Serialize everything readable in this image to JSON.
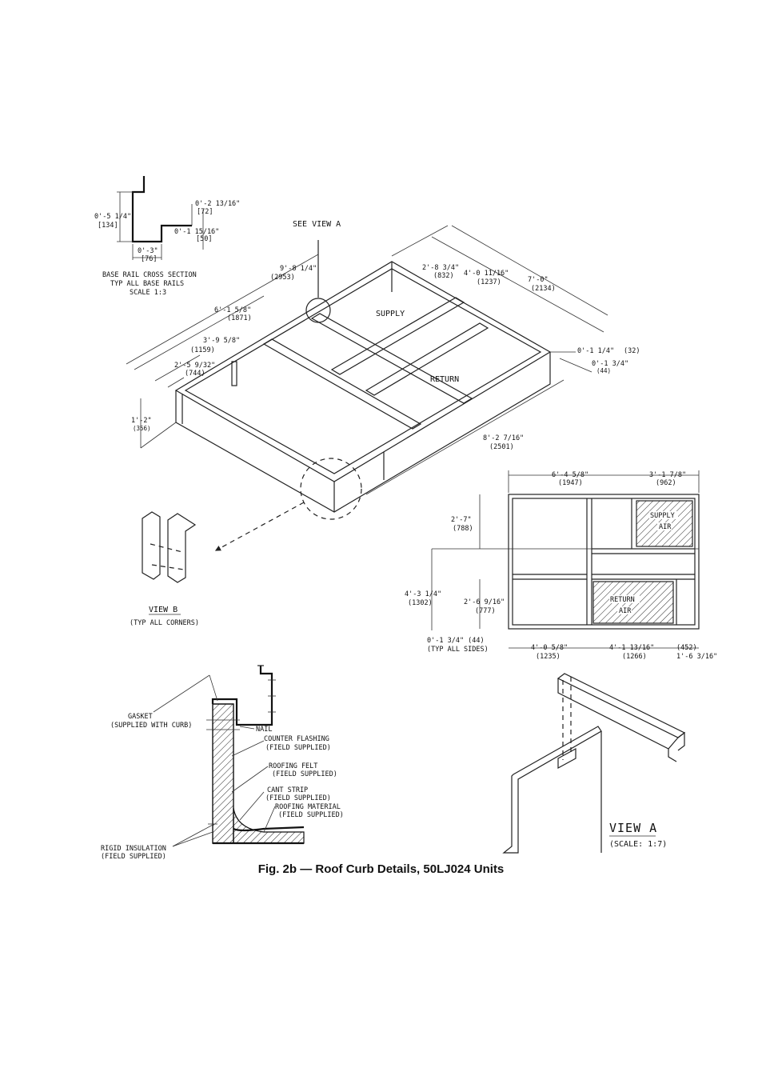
{
  "figure": {
    "caption": "Fig. 2b — Roof Curb Details, 50LJ024 Units"
  },
  "base_rail": {
    "title_lines": [
      "BASE RAIL CROSS SECTION",
      "TYP ALL BASE RAILS",
      "SCALE 1:3"
    ],
    "dims": {
      "height": "0'-5 1/4\"",
      "height_mm": "[134]",
      "top": "0'-2 13/16\"",
      "top_mm": "[72]",
      "step": "0'-1 15/16\"",
      "step_mm": "[50]",
      "base": "0'-3\"",
      "base_mm": "[76]"
    }
  },
  "iso_curb": {
    "see_view_a": "SEE VIEW A",
    "supply": "SUPPLY",
    "return": "RETURN",
    "dims": [
      {
        "ft": "9'-8 1/4\"",
        "mm": "(2953)"
      },
      {
        "ft": "6'-1 5/8\"",
        "mm": "(1871)"
      },
      {
        "ft": "3'-9 5/8\"",
        "mm": "(1159)"
      },
      {
        "ft": "2'-5 9/32\"",
        "mm": "(744)"
      },
      {
        "ft": "1'-2\"",
        "mm": "(356)"
      },
      {
        "ft": "2'-8 3/4\"",
        "mm": "(832)"
      },
      {
        "ft": "4'-0 11/16\"",
        "mm": "(1237)"
      },
      {
        "ft": "7'-0\"",
        "mm": "(2134)"
      },
      {
        "ft": "0'-1 1/4\"",
        "mm": "(32)"
      },
      {
        "ft": "0'-1 3/4\"",
        "mm": "(44)"
      },
      {
        "ft": "8'-2 7/16\"",
        "mm": "(2501)"
      }
    ]
  },
  "view_b": {
    "title": "VIEW B",
    "note": "(TYP  ALL CORNERS)"
  },
  "plan_view": {
    "supply_air": [
      "SUPPLY",
      "AIR"
    ],
    "return_air": [
      "RETURN",
      "AIR"
    ],
    "dims": {
      "top_left": {
        "ft": "6'-4 5/8\"",
        "mm": "(1947)"
      },
      "top_right": {
        "ft": "3'-1 7/8\"",
        "mm": "(962)"
      },
      "left_a": {
        "ft": "2'-7\"",
        "mm": "(788)"
      },
      "left_b": {
        "ft": "4'-3 1/4\"",
        "mm": "(1302)"
      },
      "left_c": {
        "ft": "2'-6 9/16\"",
        "mm": "(777)"
      },
      "sides": {
        "ft": "0'-1 3/4\" (44)",
        "note": "(TYP ALL SIDES)"
      },
      "bot_a": {
        "ft": "4'-0 5/8\"",
        "mm": "(1235)"
      },
      "bot_b": {
        "ft": "4'-1 13/16\"",
        "mm": "(1266)"
      },
      "bot_c": {
        "mm": "(452)",
        "ft": "1'-6 3/16\""
      }
    }
  },
  "flashing_detail": {
    "gasket": [
      "GASKET",
      "(SUPPLIED WITH CURB)"
    ],
    "nail": "NAIL",
    "counter_flashing": [
      "COUNTER FLASHING",
      "(FIELD SUPPLIED)"
    ],
    "roofing_felt": [
      "ROOFING FELT",
      "(FIELD SUPPLIED)"
    ],
    "cant_strip": [
      "CANT STRIP",
      "(FIELD SUPPLIED)"
    ],
    "roofing_material": [
      "ROOFING MATERIAL",
      "(FIELD SUPPLIED)"
    ],
    "rigid_insulation": [
      "RIGID INSULATION",
      "(FIELD SUPPLIED)"
    ]
  },
  "view_a": {
    "title": "VIEW A",
    "scale": "(SCALE: 1:7)"
  }
}
